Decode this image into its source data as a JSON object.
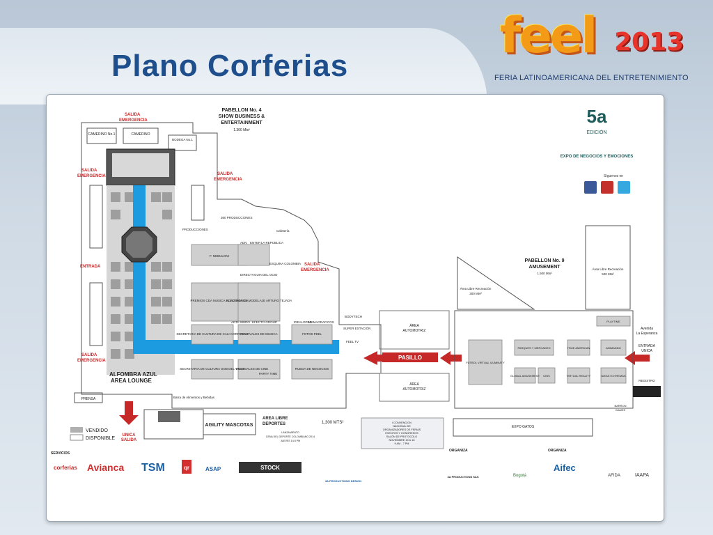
{
  "header": {
    "title": "Plano Corferias",
    "logo_word": "feel",
    "logo_year": "2013",
    "logo_subtitle": "FERIA LATINOAMERICANA DEL ENTRETENIMIENTO"
  },
  "colors": {
    "title": "#1e4f8c",
    "corridor": "#1d9be0",
    "arrow": "#c62828",
    "booth": "#cfcfcf"
  },
  "map": {
    "pabellon4": [
      "PABELLON No. 4",
      "SHOW BUSINESS &",
      "ENTERTAINMENT"
    ],
    "pabellon4_area": "1.300 Mts²",
    "pabellon9": [
      "PABELLON No. 9",
      "AMUSEMENT"
    ],
    "pabellon9_area": "1.500 Mts²",
    "edition": [
      "5a",
      "EDICIÓN",
      "EXPO DE NEGOCIOS Y EMOCIONES"
    ],
    "siguenos": "Síguenos en",
    "salida_emergencia": [
      "SALIDA",
      "EMERGENCIA"
    ],
    "entrada": "ENTRADA",
    "alfombra": [
      "ALFOMBRA AZUL",
      "AREA LOUNGE"
    ],
    "prensa": "PRENSA",
    "unica_salida": [
      "UNICA",
      "SALIDA"
    ],
    "pasillo": "PASILLO",
    "legend": [
      "VENDIDO",
      "DISPONIBLE"
    ],
    "agility": "AGILITY MASCOTAS",
    "area_libre_deportes": [
      "AREA LIBRE",
      "DEPORTES"
    ],
    "lanzamiento": [
      "LANZAMIENTO",
      "CENA DEL DEPORTE COLOMBIANO 2014",
      "JUEVES 14 8 PM"
    ],
    "mts_1300": "1,300 MTS²",
    "convencion": [
      "I CONVENCION",
      "NACIONAL DE",
      "ORGANIZADORES DE FERIAS",
      "EVENTOS Y CONGRESOS",
      "SALÓN DE PROTOCOLO",
      "NOVIEMBRE 15 & 16",
      "9 AM - 7 PM"
    ],
    "avenida": [
      "Avenida",
      "La Esperanza"
    ],
    "entrada_unica": [
      "ENTRADA",
      "UNICA"
    ],
    "registro": "REGISTRO",
    "barra": "Barra de Alimentos y Bebidas",
    "area_libre_recreacion_300": [
      "Área Libre Recreación",
      "300 Mts²"
    ],
    "area_libre_recreacion_500": [
      "Área Libre Recreación",
      "500 Mts²"
    ],
    "expo_gatos": "EXPO GATOS",
    "playtime": "PLAYTIME",
    "barron": [
      "BARRON",
      "GAMES"
    ],
    "area_automotriz": [
      "ÁREA",
      "AUTOMOTRIZ"
    ],
    "booths": [
      {
        "name": "F. NEBULONI"
      },
      {
        "name": "PREMIOS CDA MUSICA ELECTRONICA"
      },
      {
        "name": "ACADEMIA DE MODELAJE ARTURO TEJADA"
      },
      {
        "name": "SECRETARIA DE CULTURA DE CALI CORFECALI"
      },
      {
        "name": "FESTIVALES DE MUSICA"
      },
      {
        "name": "FOTOS FEEL"
      },
      {
        "name": "SECRETARIA DE CULTURA GOB DEL VALLE"
      },
      {
        "name": "FESTIVALES DE CINE"
      },
      {
        "name": "PARTY TIME"
      },
      {
        "name": "RUEDA DE NEGOCIOS"
      },
      {
        "name": "FUTBOL VIRTUAL ILUMINATY"
      },
      {
        "name": "PARQUES Y MERCADEO"
      },
      {
        "name": "TRUE AMERICAN"
      },
      {
        "name": "ANIMADDO"
      },
      {
        "name": "GLOBAL AMUSEMENT"
      },
      {
        "name": "UNIS"
      },
      {
        "name": "VIRTUAL REALITY"
      },
      {
        "name": "IDEAS EXTREMAS"
      }
    ],
    "top_labels": [
      "360 PRODUCCIONES",
      "ADN",
      "ENTER",
      "LA REPUBLICA",
      "ESQUINA COLOMBIA",
      "DIRECTV",
      "GUIA DEL OCIO",
      "ARTE MUDO",
      "EFECTO GROUP",
      "IDEALOPEZ",
      "ANIMAGRAFICOS",
      "BODYTECH",
      "SUPER ESTACION",
      "FEEL TV",
      "Cafetería",
      "PRODUCCIONES",
      "CAMERINO No.1",
      "CAMERINO",
      "BODEGA No.1"
    ]
  },
  "sponsors": {
    "servicios_label": "SERVICIOS",
    "servicios": [
      "corferias",
      "Avianca",
      "TSM",
      "qr",
      "ASAP",
      "STOCK",
      "3A PRODUCTIONS DESIGN"
    ],
    "organiza_label": "ORGANIZA",
    "organiza_left": [
      "3A PRODUCTIONS SAS"
    ],
    "organiza_right": [
      "Bogotá",
      "Aifec",
      "AFIDA",
      "IAAPA"
    ]
  }
}
